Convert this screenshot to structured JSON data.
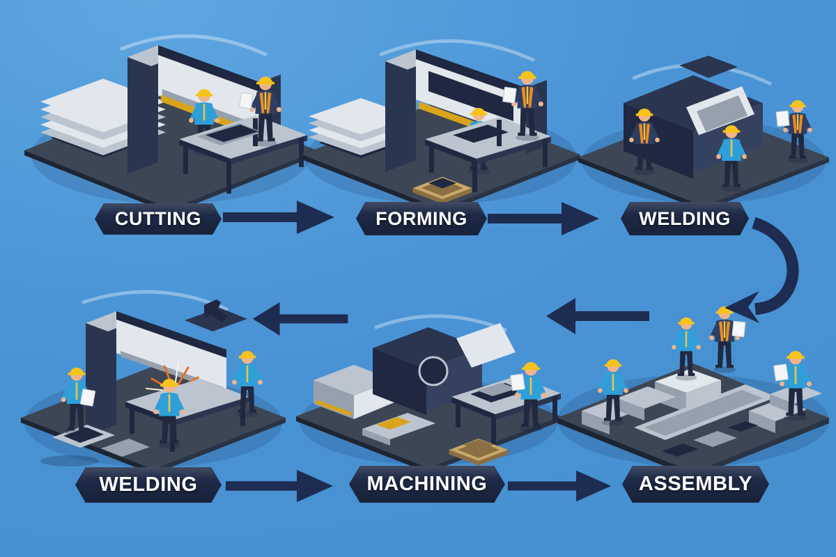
{
  "diagram": {
    "type": "process-flow",
    "rows": 2,
    "stages": [
      {
        "name": "cutting",
        "label": "CUTTING",
        "row": 1
      },
      {
        "name": "forming",
        "label": "FORMING",
        "row": 1
      },
      {
        "name": "welding",
        "label": "WELDING",
        "row": 1
      },
      {
        "name": "welding-2",
        "label": "WELDING",
        "row": 2
      },
      {
        "name": "machining",
        "label": "MACHINING",
        "row": 2
      },
      {
        "name": "assembly",
        "label": "ASSEMBLY",
        "row": 2
      }
    ],
    "arrows": {
      "row1_between_banners": [
        "right",
        "right"
      ],
      "row2_between_banners": [
        "right",
        "right"
      ],
      "row2_between_scenes": [
        "left",
        "left"
      ],
      "connector": "curved arrow from top-right WELDING down to ASSEMBLY scene, pointing left"
    }
  },
  "palette": {
    "bg": "#4a94d6",
    "banner_bg": "#1d2946",
    "banner_text": "#ffffff",
    "arrow": "#1d2c50",
    "platform": "#3d4654",
    "platform_edge_l": "#1d2532",
    "platform_edge_r": "#2a3344",
    "machine_dark": "#2a3550",
    "machine_darker": "#1f2840",
    "machine_mid": "#35425f",
    "metal": "#e2e7ed",
    "metal2": "#bcc5cf",
    "metal3": "#96a1ad",
    "accent": "#d9a41c",
    "wood": "#c9a86a",
    "wood2": "#8a6f42",
    "hat": "#f6c31c",
    "skin": "#f0b48a",
    "shirt": "#2f9fd9",
    "jacket": "#2c3e63",
    "pants": "#20293f",
    "vest": "#f08c1e",
    "spark": "#e8701a",
    "paper": "#f4f6f8"
  }
}
